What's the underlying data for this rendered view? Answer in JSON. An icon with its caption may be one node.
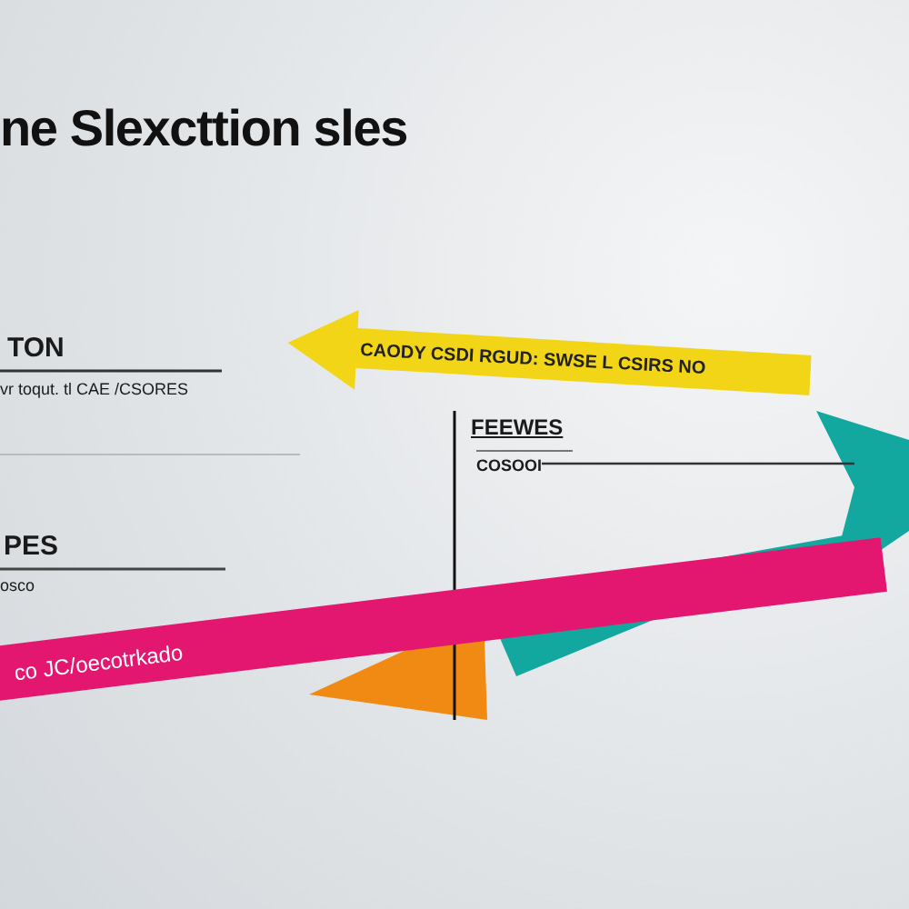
{
  "diagram": {
    "title": "ne Slexcttion sles",
    "nodes": [
      {
        "text": [
          "CAODY CSDI RGUD: SWSE L CSIRS NO"
        ]
      },
      {
        "text": [
          "co JC/oecotrkado"
        ]
      }
    ],
    "labels": [
      "TON",
      "vr toqut. tl CAE /CSORES",
      "FEEWES",
      "COSOOI",
      "PES",
      "osco"
    ]
  }
}
